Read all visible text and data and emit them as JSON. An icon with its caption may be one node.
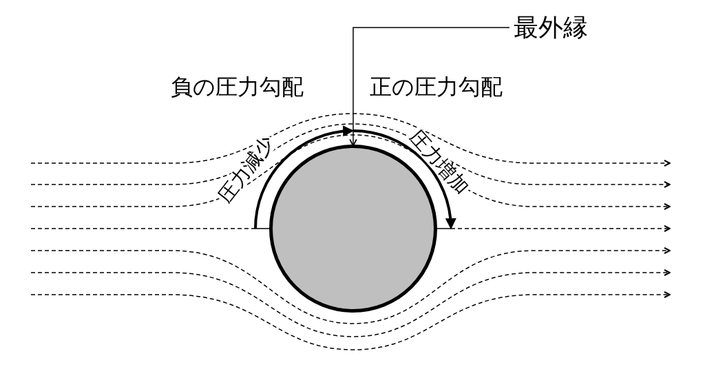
{
  "diagram": {
    "nodes": [
      {
        "text": [
          "最外縁"
        ]
      },
      {
        "text": [],
        "shape": "circle"
      }
    ],
    "edges": [
      {
        "from": 0,
        "to": 1,
        "arrow": "to"
      }
    ],
    "labels": [
      "負の圧力勾配",
      "正の圧力勾配",
      "圧力減少",
      "圧力増加"
    ]
  }
}
